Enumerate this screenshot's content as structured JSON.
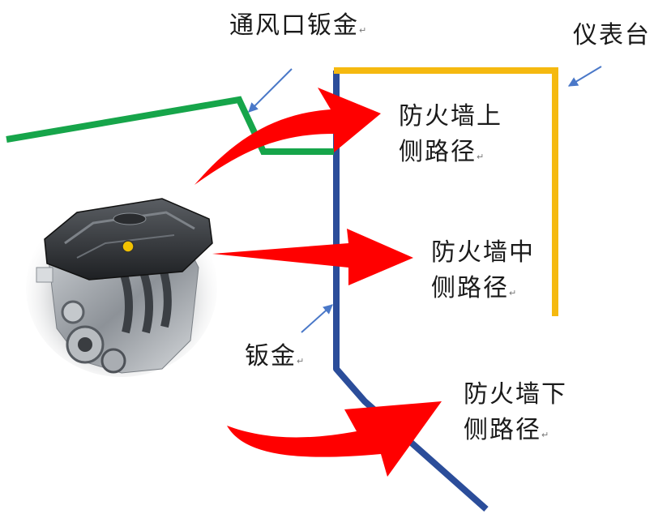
{
  "labels": {
    "vent_sheet_metal": "通风口钣金",
    "dashboard": "仪表台",
    "sheet_metal": "钣金",
    "upper_path_line1": "防火墙上",
    "upper_path_line2": "侧路径",
    "middle_path_line1": "防火墙中",
    "middle_path_line2": "侧路径",
    "lower_path_line1": "防火墙下",
    "lower_path_line2": "侧路径"
  },
  "paragraph_mark": "↵",
  "colors": {
    "firewall_line": "#2b4d9a",
    "dashboard_line": "#f5b90f",
    "vent_line": "#16a54a",
    "path_arrow": "#ff0000",
    "pointer_arrow": "#4a78c8",
    "text": "#1a1a1a"
  },
  "icons": {
    "engine": "engine-image"
  }
}
